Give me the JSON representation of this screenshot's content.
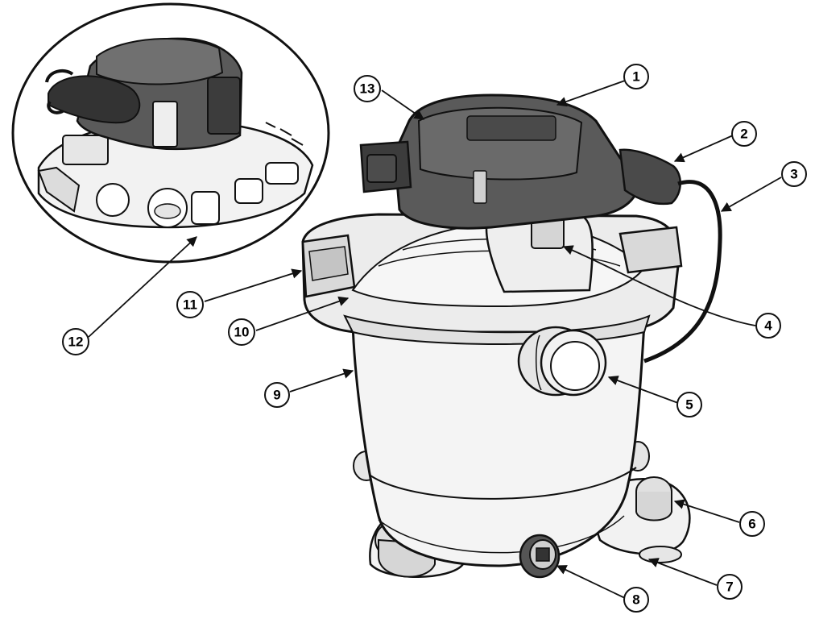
{
  "colors": {
    "ink": "#111111",
    "body_fill": "#f2f2f2",
    "motor_fill": "#5a5a5a",
    "motor_dark": "#3c3c3c",
    "motor_light": "#8a8a8a",
    "background": "#ffffff"
  },
  "callouts": [
    {
      "id": "1",
      "label": "1"
    },
    {
      "id": "2",
      "label": "2"
    },
    {
      "id": "3",
      "label": "3"
    },
    {
      "id": "4",
      "label": "4"
    },
    {
      "id": "5",
      "label": "5"
    },
    {
      "id": "6",
      "label": "6"
    },
    {
      "id": "7",
      "label": "7"
    },
    {
      "id": "8",
      "label": "8"
    },
    {
      "id": "9",
      "label": "9"
    },
    {
      "id": "10",
      "label": "10"
    },
    {
      "id": "11",
      "label": "11"
    },
    {
      "id": "12",
      "label": "12"
    },
    {
      "id": "13",
      "label": "13"
    }
  ]
}
